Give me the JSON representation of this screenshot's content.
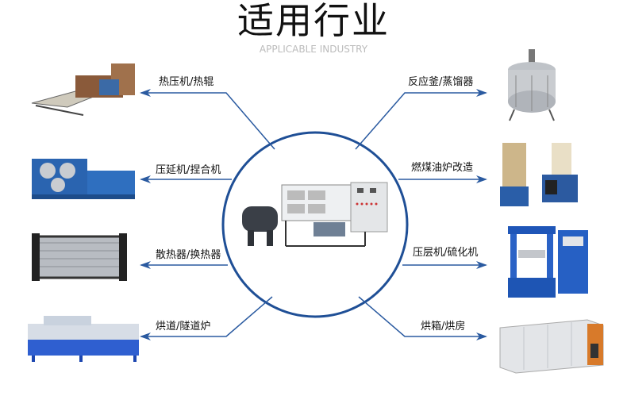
{
  "header": {
    "title": "适用行业",
    "subtitle": "APPLICABLE INDUSTRY"
  },
  "left_items": [
    {
      "label": "热压机/热辊",
      "icon": "hot-press-machine"
    },
    {
      "label": "压延机/捏合机",
      "icon": "calender-machine"
    },
    {
      "label": "散热器/换热器",
      "icon": "radiator"
    },
    {
      "label": "烘道/隧道炉",
      "icon": "tunnel-oven"
    }
  ],
  "right_items": [
    {
      "label": "反应釜/蒸馏器",
      "icon": "reactor-kettle"
    },
    {
      "label": "燃煤油炉改造",
      "icon": "coal-oil-furnace"
    },
    {
      "label": "压层机/硫化机",
      "icon": "vulcanizing-press"
    },
    {
      "label": "烘箱/烘房",
      "icon": "drying-room"
    }
  ],
  "center": {
    "icon": "electric-thermal-oil-heater"
  },
  "colors": {
    "line": "#2a5aa0",
    "circle": "#1f4f96"
  }
}
